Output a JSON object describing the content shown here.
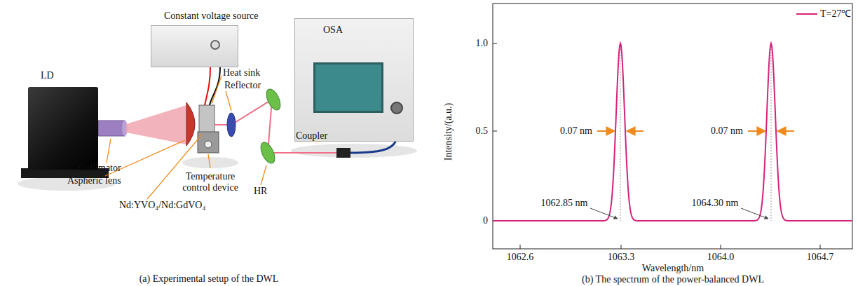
{
  "diagram": {
    "nodes": [
      {
        "text": [
          "LD"
        ]
      },
      {
        "text": [
          "Constant voltage source"
        ]
      },
      {
        "text": [
          "OSA"
        ]
      }
    ],
    "labels": [
      "Heat sink",
      "Reflector",
      "Collimator",
      "Aspheric lens",
      "Temperature control device",
      "Nd:YVO₄/Nd:GdVO₄",
      "HR",
      "Coupler",
      "(a) Experimental setup of the DWL",
      "Intensity/(a.u.)",
      "1.0",
      "0.5",
      "0",
      "1062.6",
      "1063.3",
      "1064.0",
      "1064.7",
      "Wavelength/nm",
      "(b) The spectrum of the power-balanced DWL",
      "0.07 nm",
      "0.07 nm",
      "1062.85 nm",
      "1064.30 nm"
    ],
    "legend": [
      {
        "text": "T=27℃"
      }
    ]
  }
}
